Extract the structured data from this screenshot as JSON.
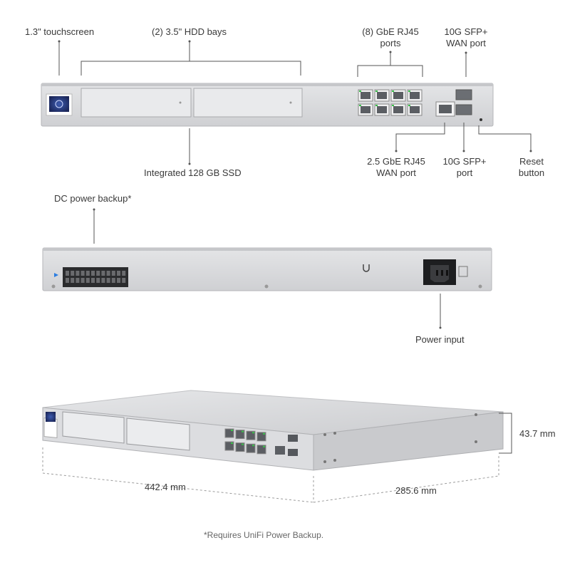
{
  "callouts": {
    "touchscreen": "1.3\" touchscreen",
    "hdd_bays": "(2) 3.5\" HDD bays",
    "gbe_ports_line1": "(8) GbE RJ45",
    "gbe_ports_line2": "ports",
    "sfp_wan_top_line1": "10G SFP+",
    "sfp_wan_top_line2": "WAN port",
    "ssd": "Integrated 128 GB SSD",
    "rj45_wan_line1": "2.5 GbE RJ45",
    "rj45_wan_line2": "WAN port",
    "sfp_port_line1": "10G SFP+",
    "sfp_port_line2": "port",
    "reset_line1": "Reset",
    "reset_line2": "button",
    "dc_power": "DC power backup*",
    "power_input": "Power input"
  },
  "dimensions": {
    "width": "442.4 mm",
    "depth": "285.6 mm",
    "height": "43.7 mm"
  },
  "footnote": "*Requires UniFi Power Backup.",
  "colors": {
    "chassis": "#d9dadc",
    "chassis_edge": "#b9babd",
    "port": "#5b5e63",
    "led_green": "#3ac24a",
    "screen": "#1f2d63",
    "line": "#555555"
  }
}
